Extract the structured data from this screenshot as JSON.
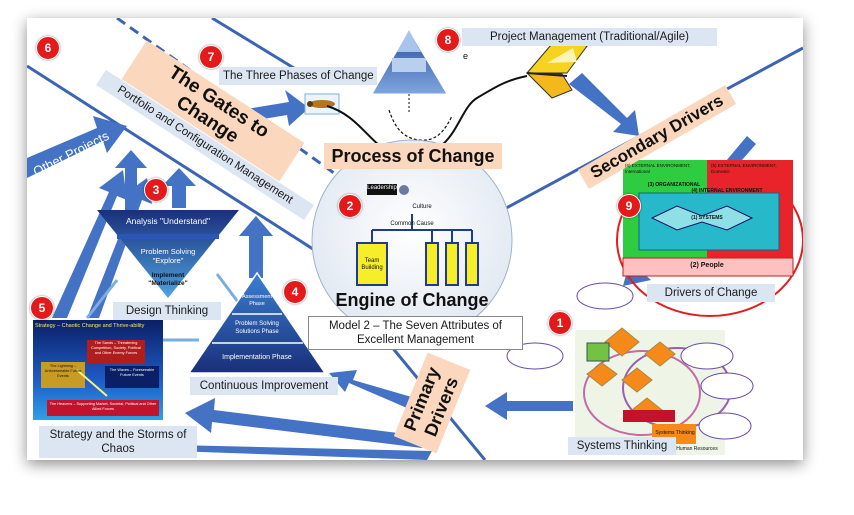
{
  "badges": [
    "1",
    "2",
    "3",
    "4",
    "5",
    "6",
    "7",
    "8",
    "9"
  ],
  "labels": {
    "project_mgmt": "Project Management (Traditional/Agile)",
    "three_phases": "The Three Phases of Change",
    "design_thinking": "Design Thinking",
    "continuous_improvement": "Continuous Improvement",
    "strategy_line1": "Strategy and the Storms of",
    "strategy_line2": "Chaos",
    "model_line1": "Model 2 – The Seven Attributes of",
    "model_line2": "Excellent Management",
    "drivers_of_change": "Drivers of Change",
    "systems_thinking": "Systems Thinking",
    "portfolio": "Portfolio and Configuration Management",
    "other_projects": "Other Projects",
    "gates_line1": "The Gates to",
    "gates_line2": "Change",
    "process_of_change": "Process of Change",
    "engine_of_change": "Engine of Change",
    "secondary_drivers": "Secondary Drivers",
    "primary_line1": "Primary",
    "primary_line2": "Drivers",
    "stray_e": "e"
  },
  "design_tri": {
    "analysis": "Analysis \"Understand\"",
    "problem1": "Problem Solving",
    "problem2": "\"Explore\"",
    "implement1": "Implement",
    "implement2": "\"Materialize\""
  },
  "ci_tri": {
    "assessment1": "Assessment",
    "assessment2": "Phase",
    "problem1": "Problem Solving",
    "problem2": "Solutions Phase",
    "implementation": "Implementation Phase"
  },
  "strategy_box": {
    "title": "Strategy – Chaotic Change and Thrive-ability",
    "sands": "The Sands – Threatening Competition, Society, Political and Other Enemy Forces",
    "lightning": "The Lightning – Unforeseeable Future Events",
    "waves": "The Waves – Foreseeable Future Events",
    "sky": "The Heavens – Supporting Market, Societal, Political and Other Allied Forces"
  },
  "engine": {
    "leadership": "Leadership",
    "culture": "Culture",
    "common_cause": "Common Cause",
    "team_building": "Team Building"
  },
  "drivers_box": {
    "external_left": "(6) EXTERNAL ENVIRONMENT, International",
    "external_right": "(5) EXTERNAL ENVIRONMENT, Domestic",
    "organizational": "(3) ORGANIZATIONAL",
    "internal": "(4) INTERNAL ENVIRONMENT",
    "systems": "(1) SYSTEMS",
    "people": "(2) People"
  },
  "systems_box": {
    "thinking": "Systems Thinking",
    "hr": "Human Resources"
  },
  "colors": {
    "arrow_blue": "#4472c4",
    "badge_red": "#e41a1a",
    "label_bg": "#dce6f2",
    "peach": "#fbd8bd",
    "triangle_navy": "#1f3a93",
    "drivers_green": "#2ecc40",
    "drivers_red": "#e8232a",
    "butterfly_yellow": "#f7d21e"
  }
}
